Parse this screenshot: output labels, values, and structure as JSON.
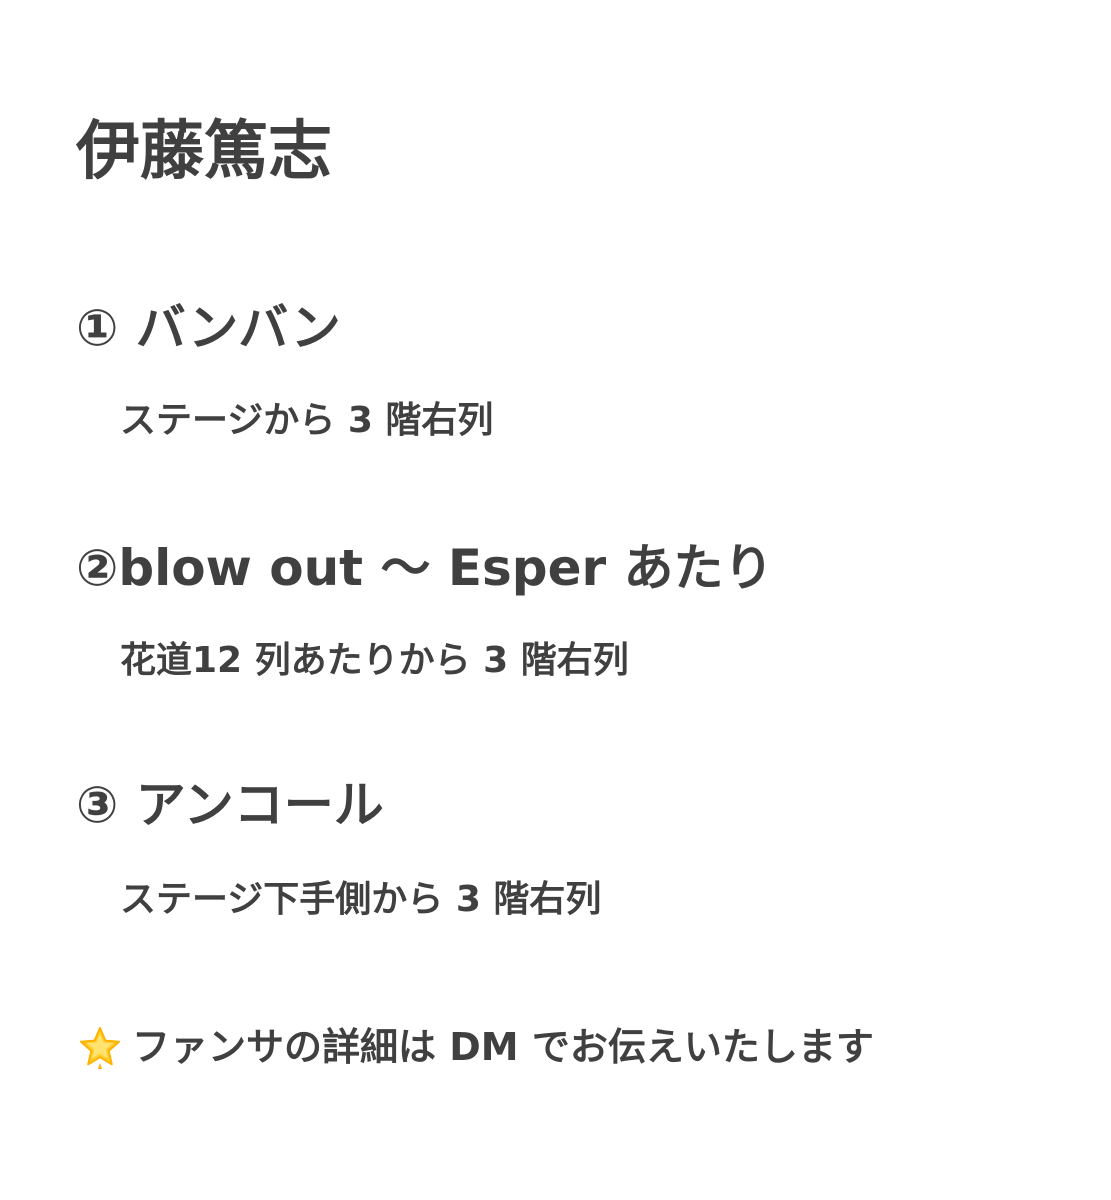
{
  "title": "伊藤篤志",
  "sections": [
    {
      "heading": "① バンバン",
      "detail": "ステージから 3 階右列"
    },
    {
      "heading": "②blow out 〜 Esper あたり",
      "detail": "花道12 列あたりから 3 階右列"
    },
    {
      "heading": "③ アンコール",
      "detail": "ステージ下手側から 3 階右列"
    }
  ],
  "note": {
    "icon": "glowing-star-icon",
    "text": "ファンサの詳細は DM でお伝えいたします"
  },
  "colors": {
    "text": "#404040",
    "star_fill": "#ffcf33",
    "star_glow": "#ffb300",
    "background": "#ffffff"
  }
}
